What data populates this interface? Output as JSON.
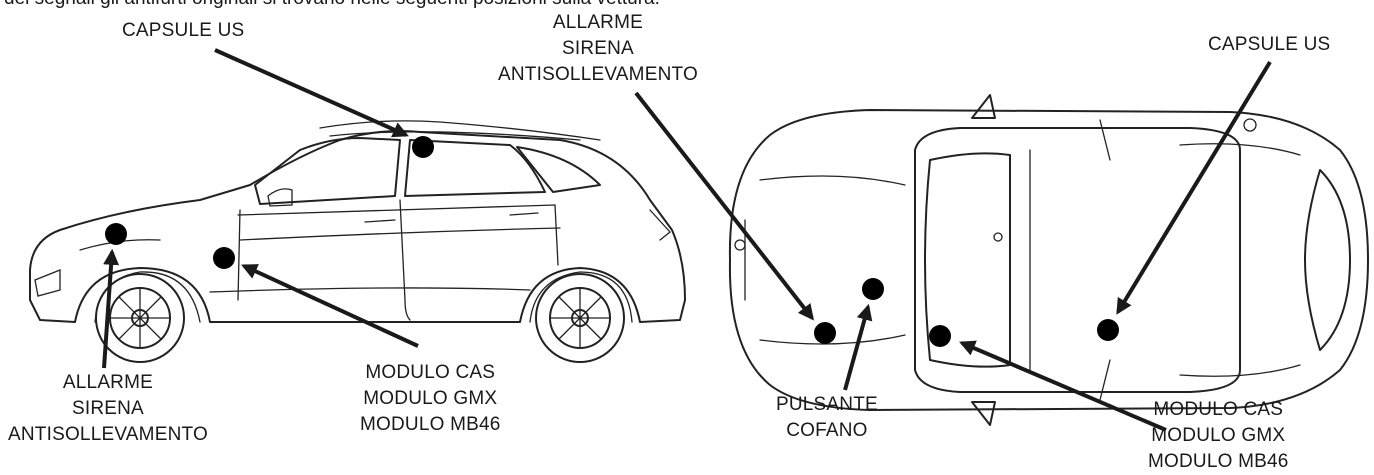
{
  "header_text": "dei segnali gli antifurti originali si trovano nelle seguenti posizioni sulla vettura:",
  "side_view": {
    "capsule_label": "CAPSULE US",
    "alarm_label": [
      "ALLARME",
      "SIRENA",
      "ANTISOLLEVAMENTO"
    ],
    "module_label": [
      "MODULO CAS",
      "MODULO GMX",
      "MODULO MB46"
    ]
  },
  "top_view": {
    "alarm_label": [
      "ALLARME",
      "SIRENA",
      "ANTISOLLEVAMENTO"
    ],
    "capsule_label": "CAPSULE US",
    "bonnet_label": [
      "PULSANTE",
      "COFANO"
    ],
    "module_label": [
      "MODULO CAS",
      "MODULO GMX",
      "MODULO MB46"
    ]
  }
}
